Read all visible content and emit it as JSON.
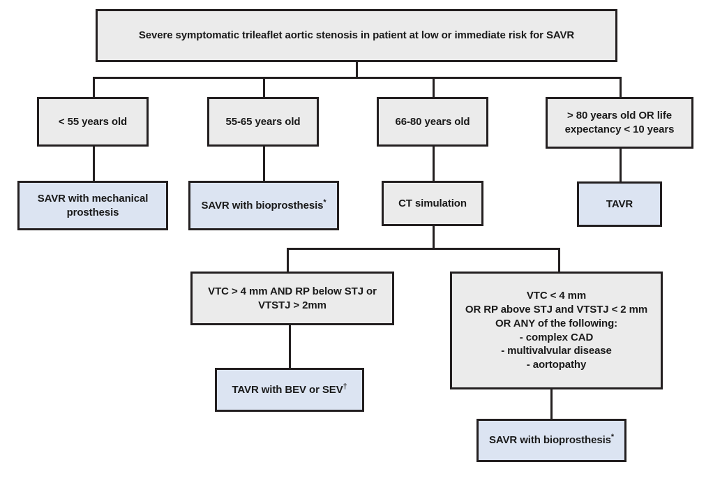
{
  "diagram": {
    "title": "Treatment algorithm for severe symptomatic trileaflet aortic stenosis",
    "colors": {
      "decision_fill": "#ebebeb",
      "outcome_fill": "#dce4f2",
      "stroke": "#231f20",
      "text": "#1a1a1a",
      "background": "#ffffff"
    },
    "nodes": {
      "root": {
        "label": "Severe symptomatic trileaflet aortic stenosis in patient at low or immediate risk for SAVR",
        "type": "decision",
        "fill": "#ebebeb"
      },
      "age_under_55": {
        "label": "< 55 years old",
        "type": "decision",
        "fill": "#ebebeb"
      },
      "age_55_65": {
        "label": "55-65 years old",
        "type": "decision",
        "fill": "#ebebeb"
      },
      "age_66_80": {
        "label": "66-80 years old",
        "type": "decision",
        "fill": "#ebebeb"
      },
      "age_over_80": {
        "line1": "> 80 years old OR life",
        "line2": "expectancy < 10 years",
        "type": "decision",
        "fill": "#ebebeb"
      },
      "savr_mechanical": {
        "line1": "SAVR with mechanical",
        "line2": "prosthesis",
        "type": "outcome",
        "fill": "#dce4f2"
      },
      "savr_bioprosthesis_top": {
        "label": "SAVR with bioprosthesis",
        "mark": "*",
        "type": "outcome",
        "fill": "#dce4f2"
      },
      "ct_simulation": {
        "label": "CT simulation",
        "type": "decision",
        "fill": "#ebebeb"
      },
      "tavr": {
        "label": "TAVR",
        "type": "outcome",
        "fill": "#dce4f2"
      },
      "vtc_favorable": {
        "line1": "VTC > 4 mm AND RP below STJ or",
        "line2": "VTSTJ > 2mm",
        "type": "decision",
        "fill": "#ebebeb"
      },
      "vtc_unfavorable": {
        "line1": "VTC < 4 mm",
        "line2": "OR RP above STJ and VTSTJ < 2 mm",
        "line3": "OR ANY of the following:",
        "line4": "- complex CAD",
        "line5": "- multivalvular disease",
        "line6": "- aortopathy",
        "type": "decision",
        "fill": "#ebebeb"
      },
      "tavr_bev_sev": {
        "label": "TAVR with BEV or SEV",
        "mark": "†",
        "type": "outcome",
        "fill": "#dce4f2"
      },
      "savr_bioprosthesis_bottom": {
        "label": "SAVR with bioprosthesis",
        "mark": "*",
        "type": "outcome",
        "fill": "#dce4f2"
      }
    }
  }
}
